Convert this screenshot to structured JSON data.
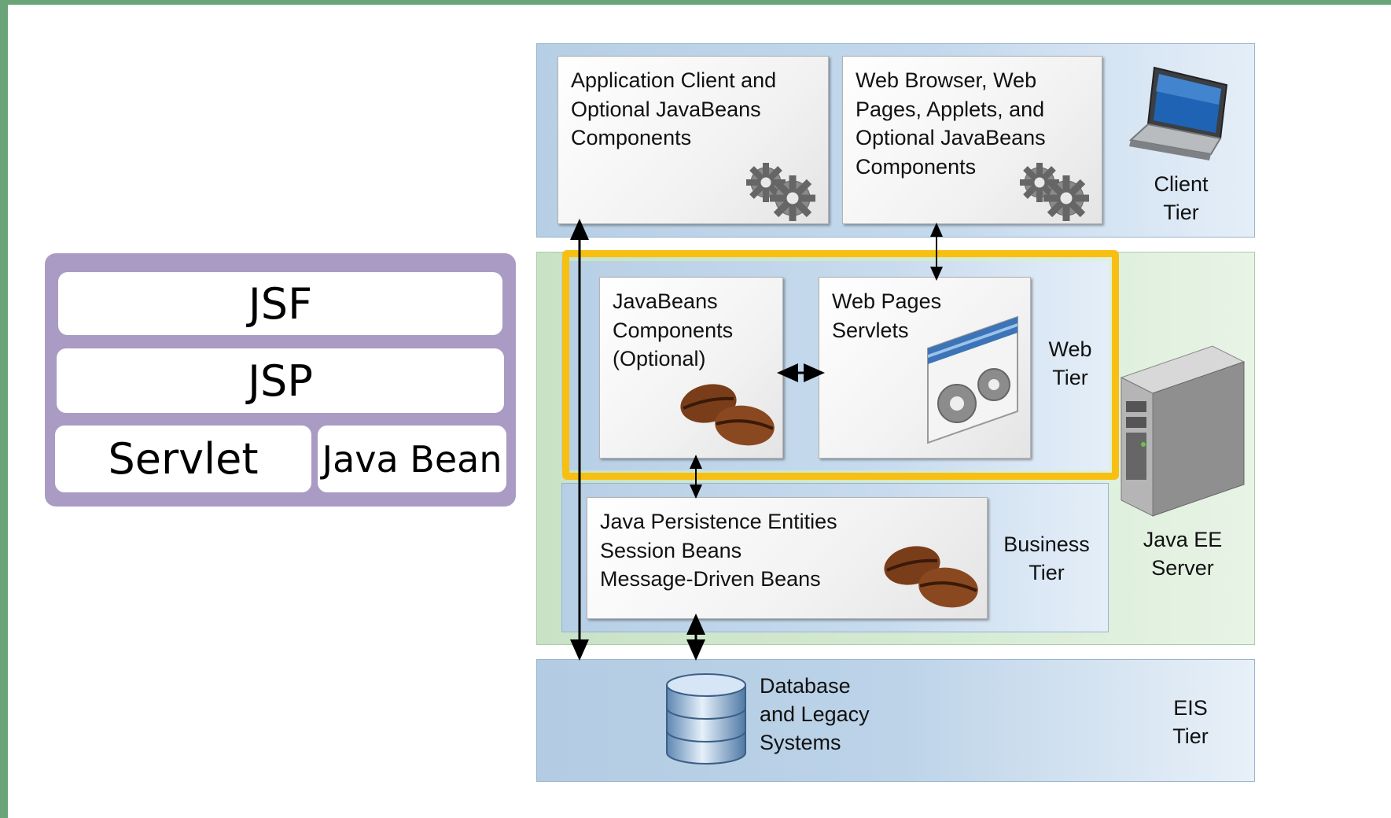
{
  "stack": {
    "jsf": "JSF",
    "jsp": "JSP",
    "servlet": "Servlet",
    "java_bean": "Java Bean"
  },
  "client_tier": {
    "app_client": "Application Client and\nOptional JavaBeans\nComponents",
    "web_browser": "Web Browser, Web\nPages, Applets, and\nOptional JavaBeans\nComponents",
    "label": "Client\nTier"
  },
  "web_tier": {
    "javabeans": "JavaBeans\nComponents\n(Optional)",
    "web_pages": "Web Pages\nServlets",
    "label": "Web\nTier"
  },
  "business_tier": {
    "entities": "Java Persistence Entities\nSession Beans\nMessage-Driven Beans",
    "label": "Business\nTier"
  },
  "server": {
    "label": "Java EE\nServer"
  },
  "eis_tier": {
    "database": "Database\nand Legacy\nSystems",
    "label": "EIS\nTier"
  },
  "colors": {
    "frame_border": "#6aa57a",
    "stack_bg": "#a99bc4",
    "highlight": "#f7bf12",
    "tier_blue": "#b7cfe5",
    "server_green": "#c9e2c6"
  },
  "icons": [
    "gears-icon",
    "laptop-icon",
    "coffee-beans-icon",
    "web-page-gears-icon",
    "server-tower-icon",
    "database-icon"
  ]
}
